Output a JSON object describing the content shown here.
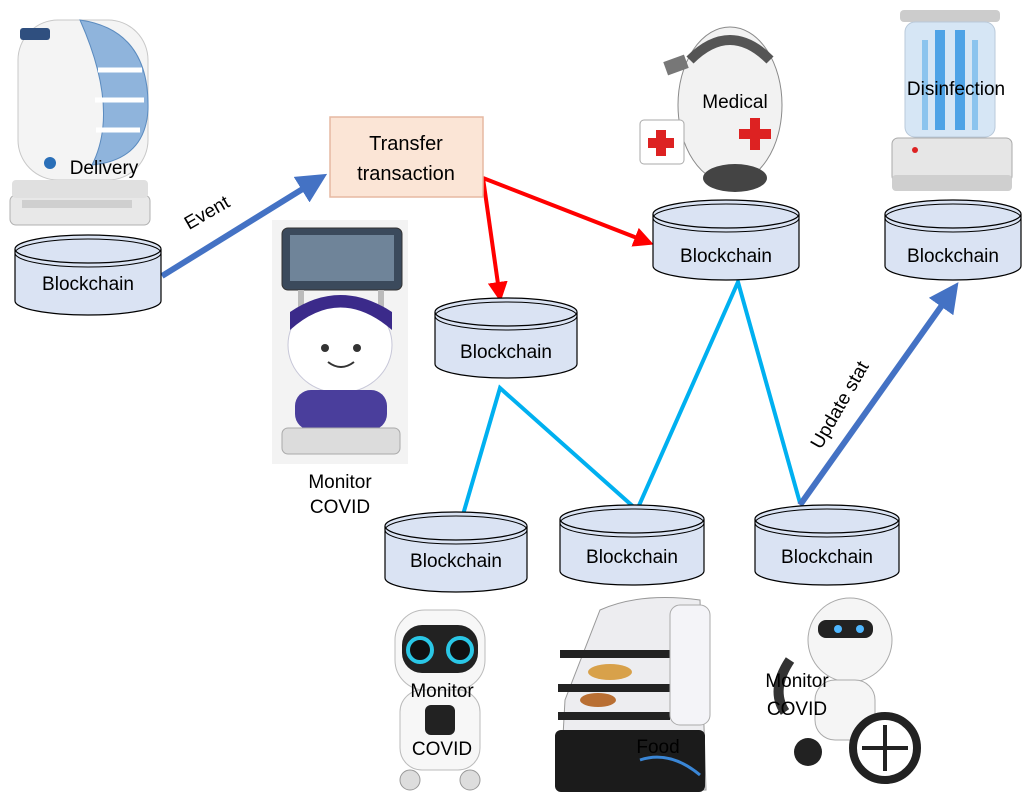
{
  "diagram": {
    "transaction_box": {
      "line1": "Transfer",
      "line2": "transaction",
      "fill": "#fbe5d6",
      "stroke": "#e6b8a2"
    },
    "blockchain_label": "Blockchain",
    "cylinder_fill": "#dae3f3",
    "edge_label_event": "Event",
    "edge_label_update": "Update stat",
    "colors": {
      "event_arrow": "#4472c4",
      "transfer_arrow": "#ff0000",
      "peer_link": "#00b0f0"
    },
    "robots": {
      "delivery": "Delivery",
      "medical": "Medical",
      "disinfection": "Disinfection",
      "monitor_covid_left_1": "Monitor",
      "monitor_covid_left_2": "COVID",
      "monitor_covid_bottom_1": "Monitor",
      "monitor_covid_bottom_2": "COVID",
      "food": "Food",
      "monitor_covid_right_1": "Monitor",
      "monitor_covid_right_2": "COVID"
    }
  }
}
